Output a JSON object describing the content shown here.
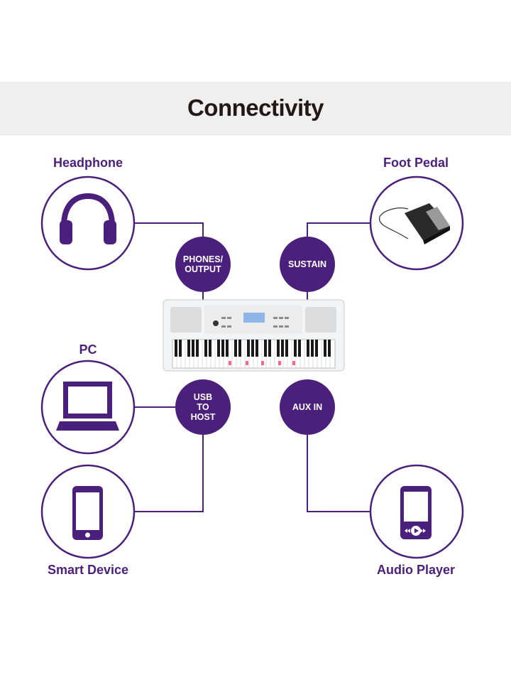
{
  "title": "Connectivity",
  "devices": {
    "headphone": {
      "label": "Headphone",
      "icon": "headphone-icon"
    },
    "foot_pedal": {
      "label": "Foot Pedal",
      "icon": "foot-pedal-image"
    },
    "pc": {
      "label": "PC",
      "icon": "laptop-icon"
    },
    "smart_device": {
      "label": "Smart Device",
      "icon": "smartphone-icon"
    },
    "audio_player": {
      "label": "Audio Player",
      "icon": "audio-player-icon"
    }
  },
  "ports": {
    "phones_output": "PHONES/\nOUTPUT",
    "sustain": "SUSTAIN",
    "usb_to_host": "USB\nTO\nHOST",
    "aux_in": "AUX IN"
  },
  "keyboard": {
    "icon": "keyboard-image"
  },
  "colors": {
    "accent": "#4b1f7c",
    "banner": "#efefef",
    "title": "#231815"
  }
}
